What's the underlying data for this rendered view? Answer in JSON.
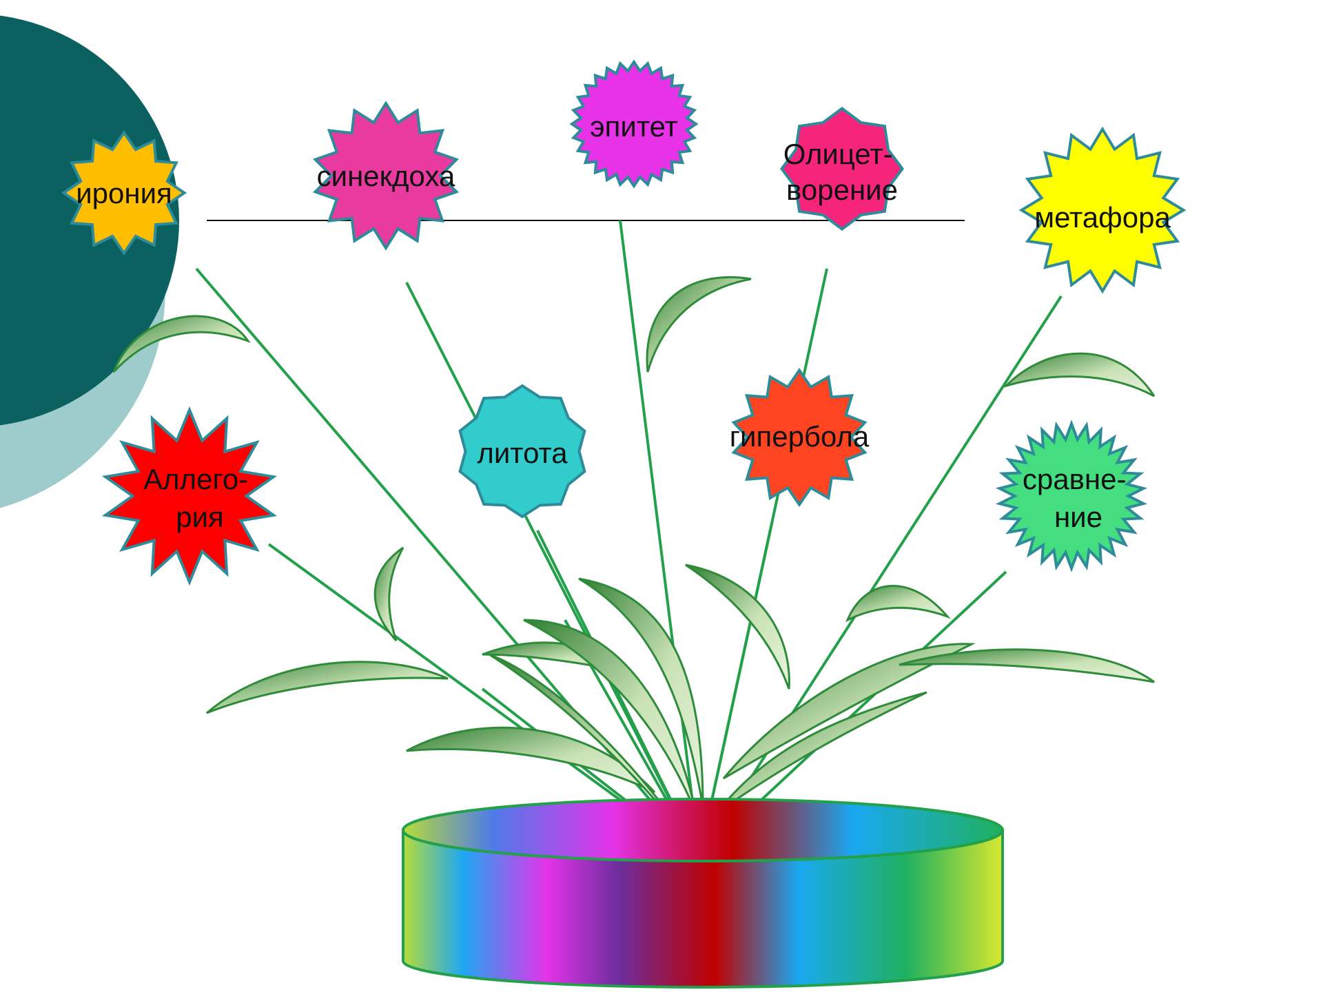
{
  "flowers": {
    "ironiya": {
      "lines": [
        "ирония"
      ],
      "color": "#FFBF00"
    },
    "sinekdokha": {
      "lines": [
        "синекдоха"
      ],
      "color": "#E83A9F"
    },
    "epitet": {
      "lines": [
        "эпитет"
      ],
      "color": "#E832E8"
    },
    "olitsetvorenie": {
      "lines": [
        "Олицет-",
        "ворение"
      ],
      "color": "#F7247C"
    },
    "metafora": {
      "lines": [
        "метафора"
      ],
      "color": "#FFFF00"
    },
    "allegoriya": {
      "lines": [
        "Аллего-",
        "рия"
      ],
      "color": "#FF0000"
    },
    "litota": {
      "lines": [
        "литота"
      ],
      "color": "#33CCCC"
    },
    "giperbola": {
      "lines": [
        "гипербола"
      ],
      "color": "#FF4422"
    },
    "sravnenie": {
      "lines": [
        "сравне-",
        "ние"
      ],
      "color": "#44DD80"
    }
  },
  "colors": {
    "stem": "#22A04A",
    "outline": "#2E8B9A",
    "corner_dark": "#0B6060",
    "corner_light": "#9ECBCC",
    "leaf_dark": "#2E7D32",
    "leaf_light": "#D9EBC8",
    "pot": [
      "#B6DC3A",
      "#1EA7F2",
      "#E432E8",
      "#6C2E9E",
      "#C00000",
      "#19A8F0",
      "#20B060",
      "#D8E830"
    ]
  },
  "icons": {
    "corner": "teal-circle-decoration",
    "leaves": "leaf-icon",
    "pot": "flower-pot-icon"
  }
}
